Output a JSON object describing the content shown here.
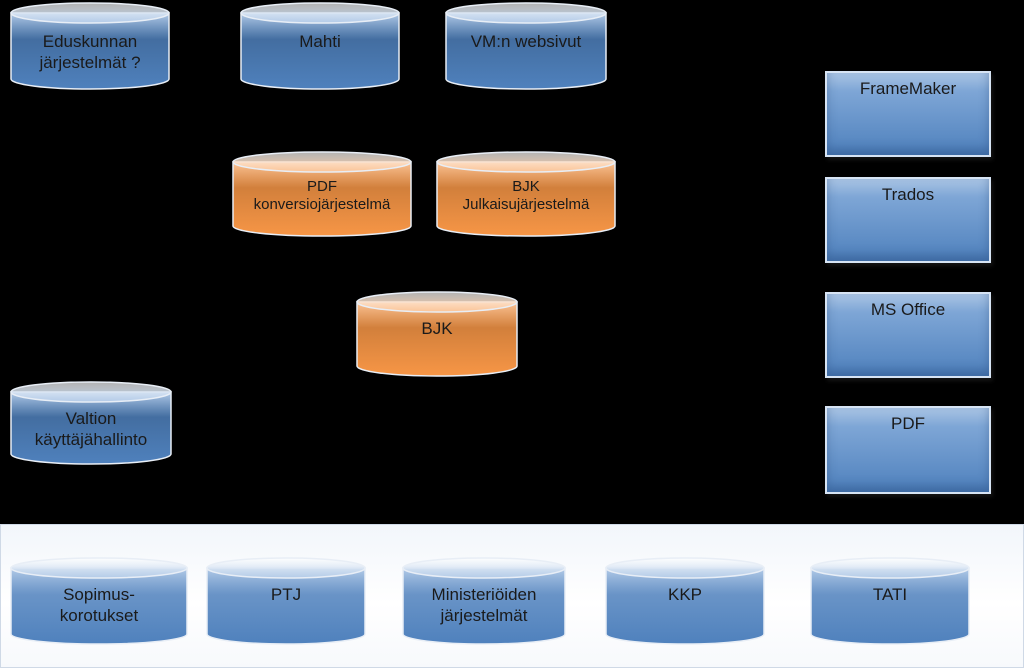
{
  "top_databases": [
    {
      "label": "Eduskunnan\njärjestelmät ?"
    },
    {
      "label": "Mahti"
    },
    {
      "label": "VM:n websivut"
    }
  ],
  "middle_databases": [
    {
      "label": "PDF\nkonversiojärjestelmä"
    },
    {
      "label": "BJK\nJulkaisujärjestelmä"
    }
  ],
  "core_database": {
    "label": "BJK"
  },
  "left_database": {
    "label": "Valtion\nkäyttäjähallinto"
  },
  "tools": [
    {
      "label": "FrameMaker"
    },
    {
      "label": "Trados"
    },
    {
      "label": "MS Office"
    },
    {
      "label": "PDF"
    }
  ],
  "bottom_databases": [
    {
      "label": "Sopimus-\nkorotukset"
    },
    {
      "label": "PTJ"
    },
    {
      "label": "Ministeriöiden\njärjestelmät"
    },
    {
      "label": "KKP"
    },
    {
      "label": "TATI"
    }
  ],
  "colors": {
    "blue_fill": "#4f81bd",
    "blue_light": "#b3cbe8",
    "orange_fill": "#f79646",
    "orange_light": "#fbc497",
    "background": "#000000"
  }
}
